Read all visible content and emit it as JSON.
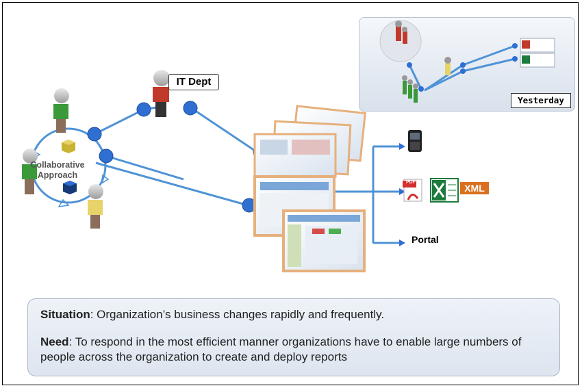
{
  "labels": {
    "it_dept": "IT Dept",
    "collab_line1": "Collaborative",
    "collab_line2": "Approach",
    "yesterday": "Yesterday",
    "portal": "Portal",
    "xml": "XML",
    "pdf": "PDF"
  },
  "info": {
    "situation_label": "Situation",
    "situation_text": ": Organization’s business changes rapidly and frequently.",
    "need_label": "Need",
    "need_text": ": To respond in the most efficient manner organizations have to enable large numbers of people across the organization to create and deploy reports"
  },
  "colors": {
    "line": "#4f93d6",
    "node": "#2f6fd1",
    "person_green": "#3a9a3a",
    "person_red": "#c0392b",
    "person_yellow": "#e8d36a",
    "xml_orange": "#d9701f",
    "excel_green": "#1e7b3d"
  }
}
